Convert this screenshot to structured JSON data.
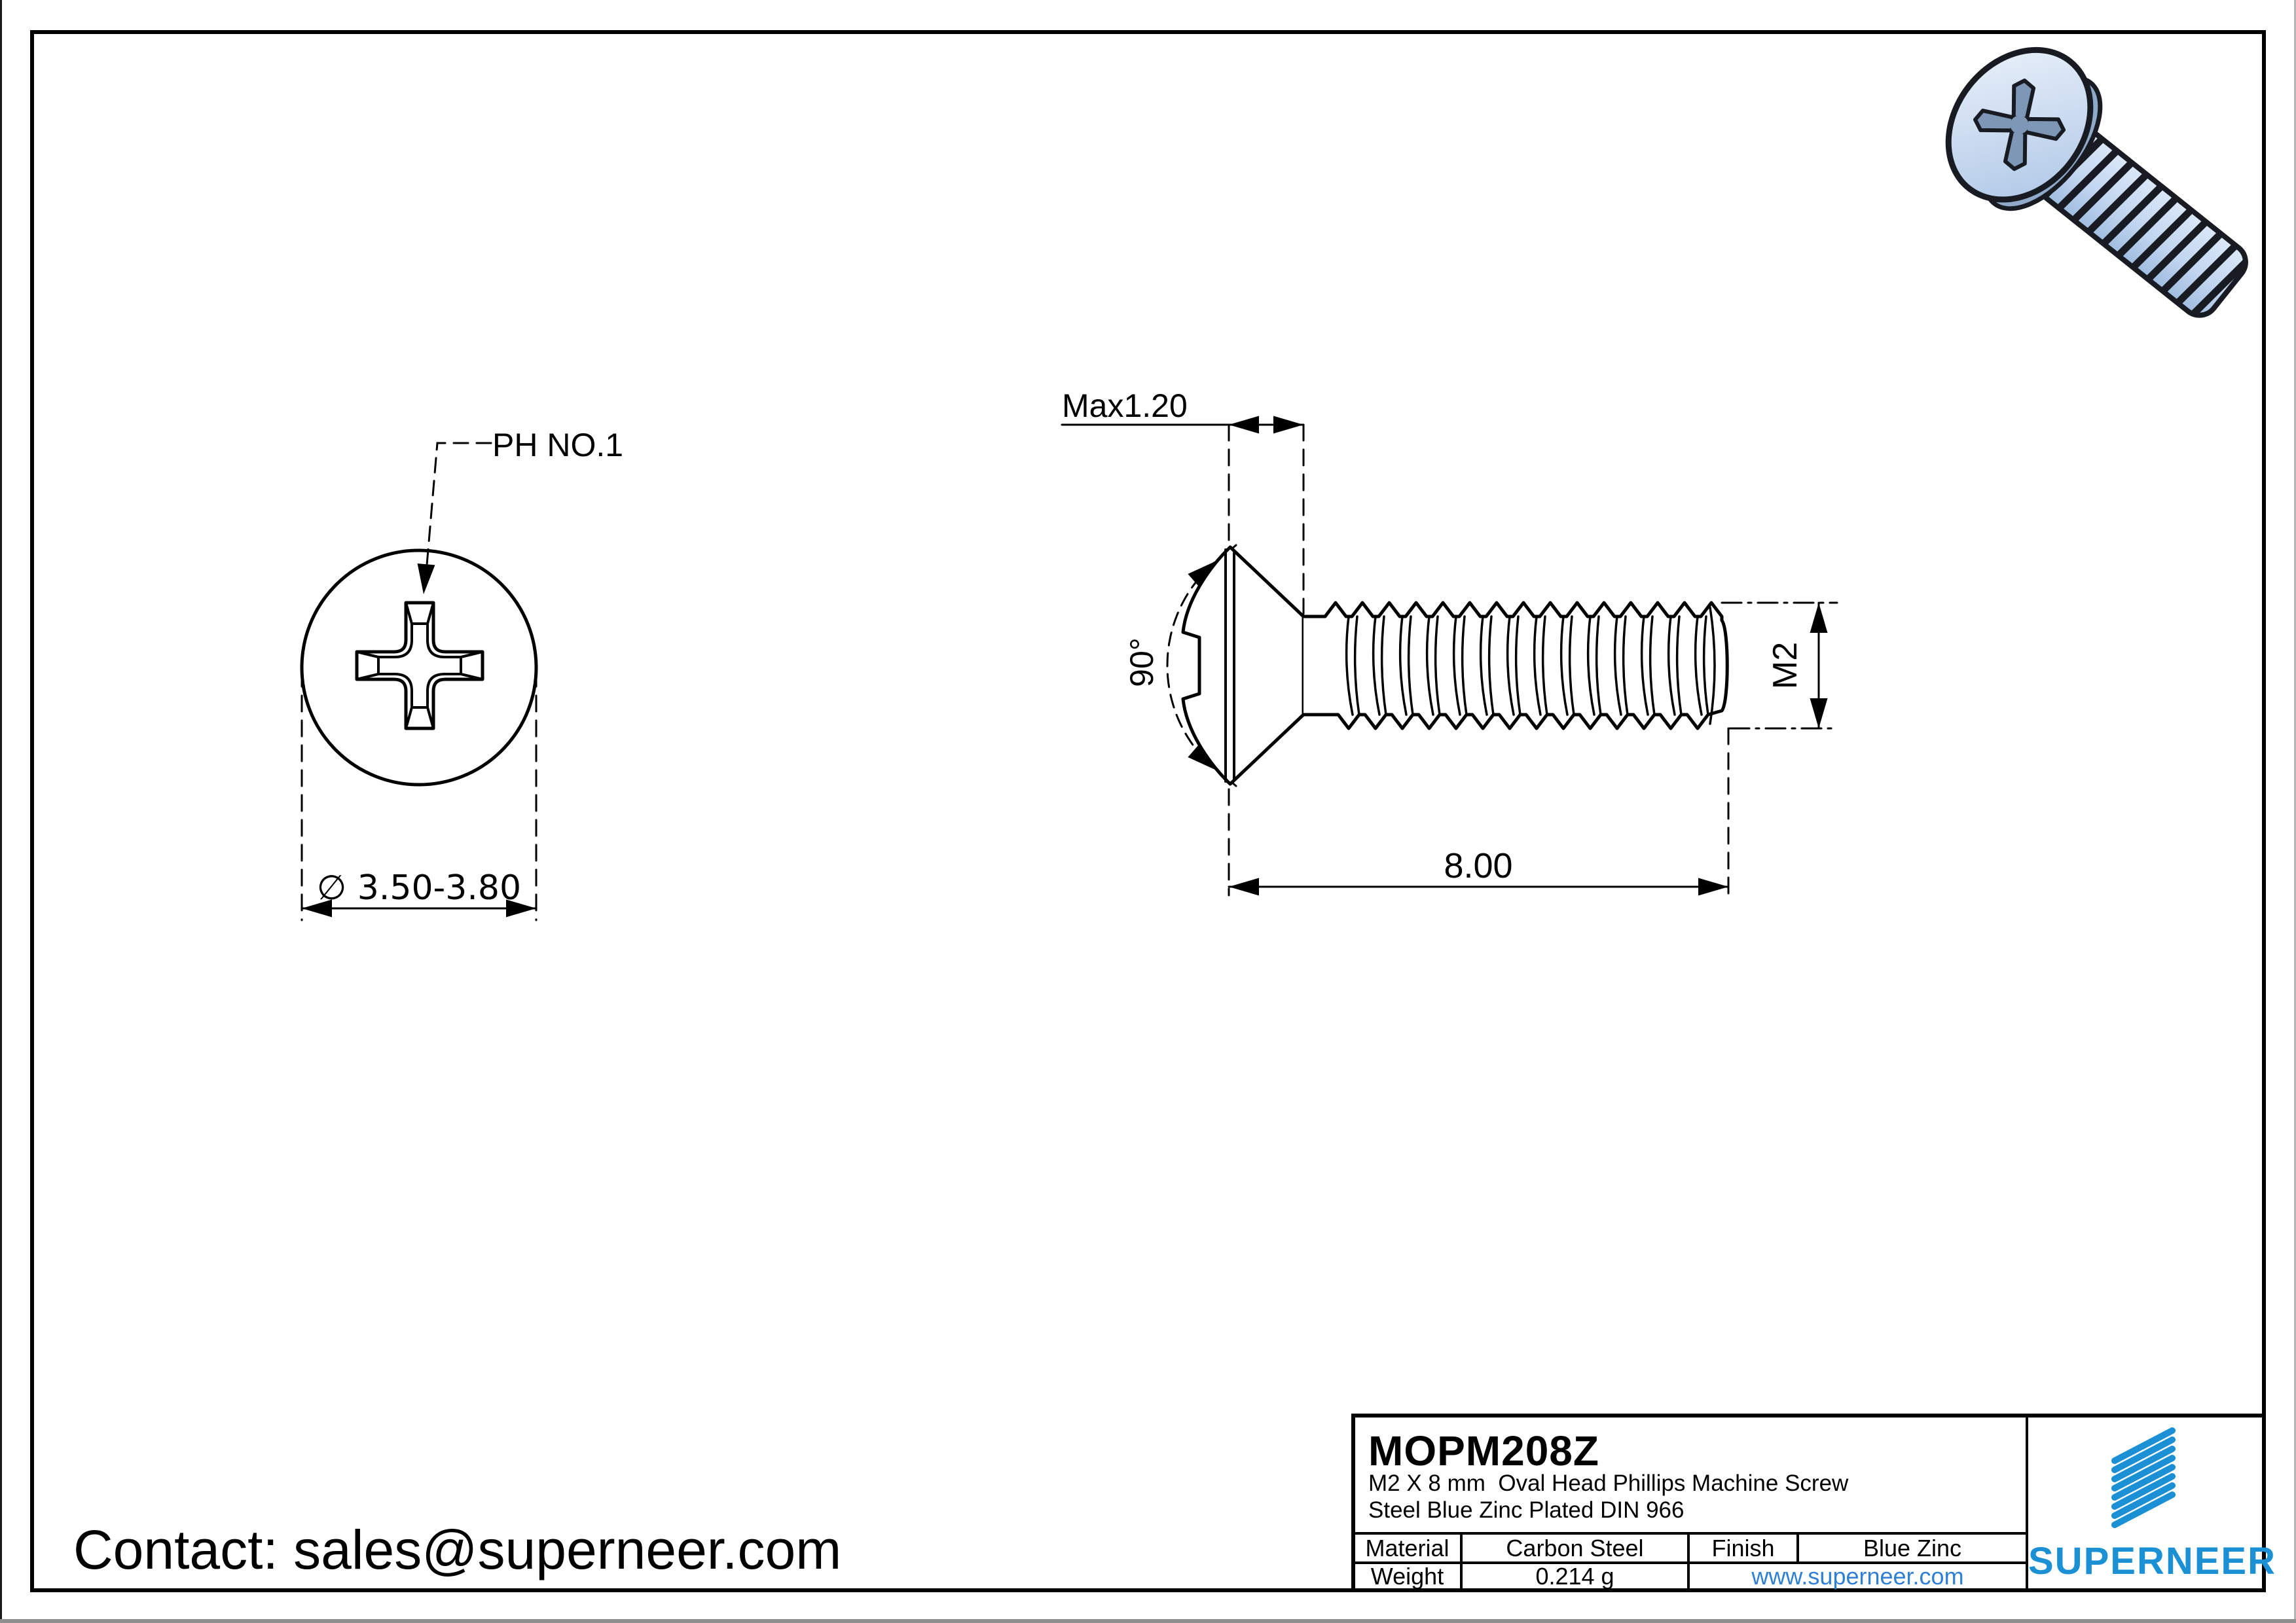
{
  "contact": {
    "text": "Contact: sales@superneer.com"
  },
  "drawing": {
    "top_view": {
      "drive_label": "PH NO.1",
      "diameter_label": "∅ 3.50-3.80"
    },
    "side_view": {
      "head_depth_label": "Max1.20",
      "angle_label": "90°",
      "thread_size_label": "M2",
      "length_label": "8.00"
    }
  },
  "title_block": {
    "part_number": "MOPM208Z",
    "description_line1": "M2 X 8 mm  Oval Head Phillips Machine Screw",
    "description_line2": "Steel Blue Zinc Plated DIN 966",
    "material": {
      "label": "Material",
      "value": "Carbon Steel"
    },
    "finish": {
      "label": "Finish",
      "value": "Blue Zinc"
    },
    "weight": {
      "label": "Weight",
      "value": "0.214 g"
    },
    "website": "www.superneer.com",
    "brand": "SUPERNEER"
  },
  "colors": {
    "line": "#000000",
    "brand_blue": "#1b90d5",
    "link_blue": "#2e7fd6",
    "render_body_light": "#e8f0fb",
    "render_body": "#b6cdea",
    "render_shadow": "#8fa9c9",
    "render_recess": "#7e97b6",
    "render_outline": "#181c22"
  }
}
